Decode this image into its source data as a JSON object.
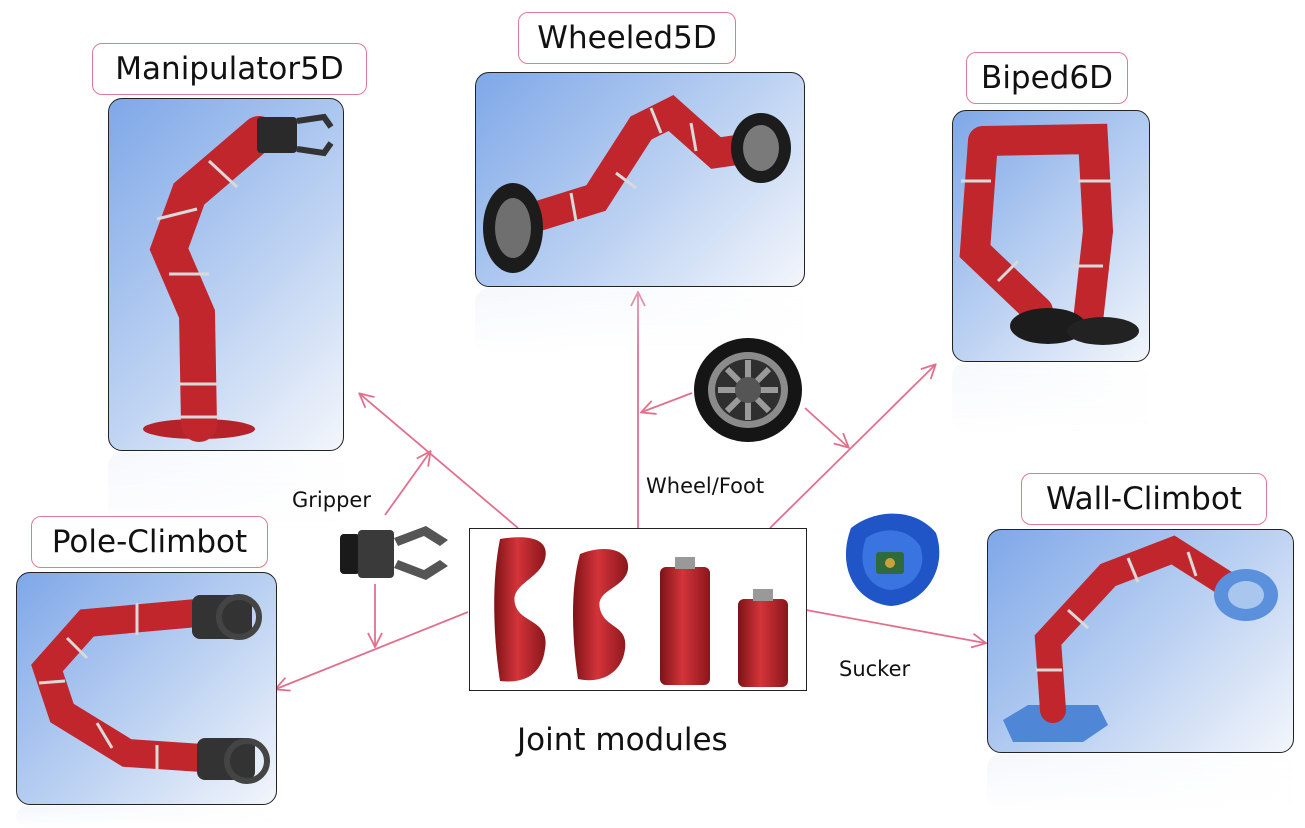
{
  "labels": {
    "manipulator": "Manipulator5D",
    "wheeled": "Wheeled5D",
    "biped": "Biped6D",
    "pole_climbot": "Pole-Climbot",
    "wall_climbot": "Wall-Climbot"
  },
  "captions": {
    "gripper": "Gripper",
    "wheel_foot": "Wheel/Foot",
    "sucker": "Sucker",
    "joint_modules": "Joint modules"
  },
  "colors": {
    "arrow": "#e2708d",
    "label_border": "#e07a93",
    "module_red": "#c0262c",
    "panel_blue": "#7fa8e8"
  },
  "icons": [
    "gripper-icon",
    "wheel-icon",
    "sucker-icon"
  ]
}
